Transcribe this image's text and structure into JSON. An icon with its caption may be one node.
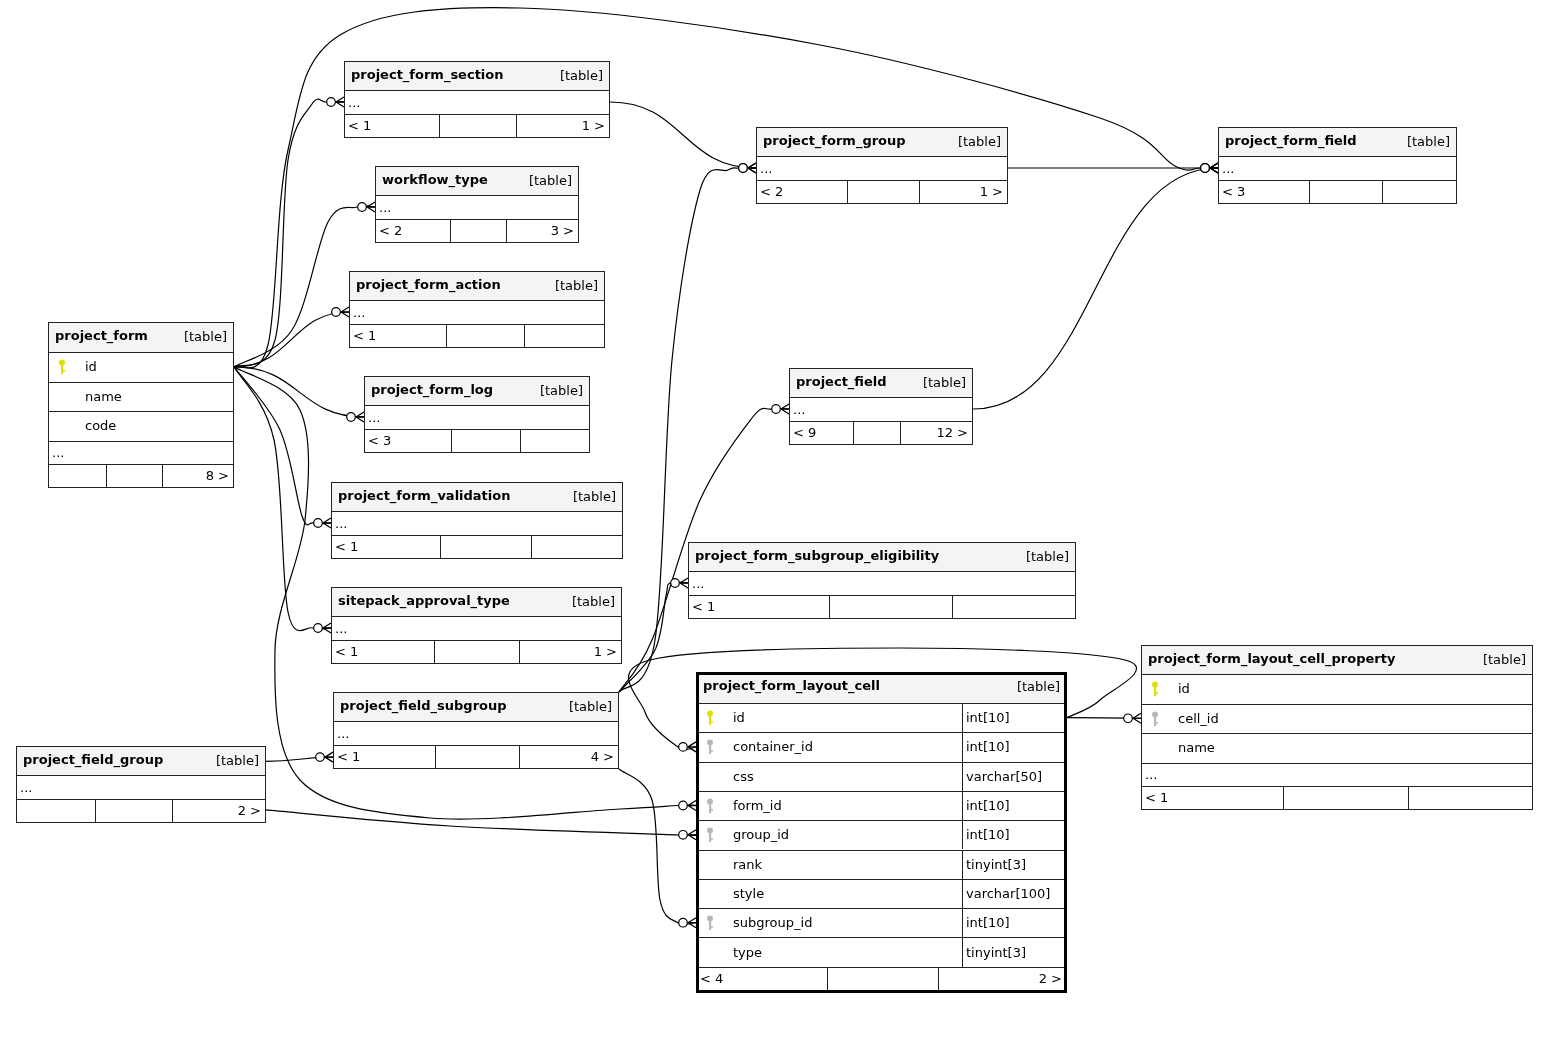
{
  "diagram": {
    "nodes": [
      {
        "text": [
          "project_form",
          "[table]"
        ]
      },
      {
        "text": [
          "id"
        ],
        "in": 0
      },
      {
        "text": [
          "name"
        ],
        "in": 0
      },
      {
        "text": [
          "code"
        ],
        "in": 0
      },
      {
        "text": [
          "..."
        ],
        "in": 0
      },
      {
        "text": [],
        "shape": "box",
        "in": 0
      },
      {
        "text": [],
        "shape": "box",
        "in": 0
      },
      {
        "text": [
          "8 >"
        ],
        "in": 0
      },
      {
        "text": [
          "project_form_section",
          "[table]"
        ]
      },
      {
        "text": [
          "..."
        ],
        "in": 8
      },
      {
        "text": [
          "< 1"
        ],
        "in": 8
      },
      {
        "text": [],
        "shape": "box",
        "in": 8
      },
      {
        "text": [
          "1 >"
        ],
        "in": 8
      },
      {
        "text": [
          "workflow_type",
          "[table]"
        ]
      },
      {
        "text": [
          "..."
        ],
        "in": 13
      },
      {
        "text": [
          "< 2"
        ],
        "in": 13
      },
      {
        "text": [],
        "shape": "box",
        "in": 13
      },
      {
        "text": [
          "3 >"
        ],
        "in": 13
      },
      {
        "text": [
          "project_form_action",
          "[table]"
        ]
      },
      {
        "text": [
          "..."
        ],
        "in": 18
      },
      {
        "text": [
          "< 1"
        ],
        "in": 18
      },
      {
        "text": [],
        "shape": "box",
        "in": 18
      },
      {
        "text": [],
        "shape": "box",
        "in": 18
      },
      {
        "text": [
          "project_form_log",
          "[table]"
        ]
      },
      {
        "text": [
          "..."
        ],
        "in": 23
      },
      {
        "text": [
          "< 3"
        ],
        "in": 23
      },
      {
        "text": [],
        "shape": "box",
        "in": 23
      },
      {
        "text": [],
        "shape": "box",
        "in": 23
      },
      {
        "text": [
          "project_form_validation",
          "[table]"
        ]
      },
      {
        "text": [
          "..."
        ],
        "in": 28
      },
      {
        "text": [
          "< 1"
        ],
        "in": 28
      },
      {
        "text": [],
        "shape": "box",
        "in": 28
      },
      {
        "text": [],
        "shape": "box",
        "in": 28
      },
      {
        "text": [
          "sitepack_approval_type",
          "[table]"
        ]
      },
      {
        "text": [
          "..."
        ],
        "in": 33
      },
      {
        "text": [
          "< 1"
        ],
        "in": 33
      },
      {
        "text": [],
        "shape": "box",
        "in": 33
      },
      {
        "text": [
          "1 >"
        ],
        "in": 33
      },
      {
        "text": [
          "project_field_subgroup",
          "[table]"
        ]
      },
      {
        "text": [
          "..."
        ],
        "in": 38
      },
      {
        "text": [
          "< 1"
        ],
        "in": 38
      },
      {
        "text": [],
        "shape": "box",
        "in": 38
      },
      {
        "text": [
          "4 >"
        ],
        "in": 38
      },
      {
        "text": [
          "project_field_group",
          "[table]"
        ]
      },
      {
        "text": [
          "..."
        ],
        "in": 43
      },
      {
        "text": [],
        "shape": "box",
        "in": 43
      },
      {
        "text": [],
        "shape": "box",
        "in": 43
      },
      {
        "text": [
          "2 >"
        ],
        "in": 43
      },
      {
        "text": [
          "project_form_group",
          "[table]"
        ]
      },
      {
        "text": [
          "..."
        ],
        "in": 48
      },
      {
        "text": [
          "< 2"
        ],
        "in": 48
      },
      {
        "text": [],
        "shape": "box",
        "in": 48
      },
      {
        "text": [
          "1 >"
        ],
        "in": 48
      },
      {
        "text": [
          "project_form_field",
          "[table]"
        ]
      },
      {
        "text": [
          "..."
        ],
        "in": 53
      },
      {
        "text": [
          "< 3"
        ],
        "in": 53
      },
      {
        "text": [],
        "shape": "box",
        "in": 53
      },
      {
        "text": [],
        "shape": "box",
        "in": 53
      },
      {
        "text": [
          "project_field",
          "[table]"
        ]
      },
      {
        "text": [
          "..."
        ],
        "in": 58
      },
      {
        "text": [
          "< 9"
        ],
        "in": 58
      },
      {
        "text": [],
        "shape": "box",
        "in": 58
      },
      {
        "text": [
          "12 >"
        ],
        "in": 58
      },
      {
        "text": [
          "project_form_subgroup_eligibility",
          "[table]"
        ]
      },
      {
        "text": [
          "..."
        ],
        "in": 63
      },
      {
        "text": [
          "< 1"
        ],
        "in": 63
      },
      {
        "text": [],
        "shape": "box",
        "in": 63
      },
      {
        "text": [],
        "shape": "box",
        "in": 63
      },
      {
        "text": [
          "project_form_layout_cell",
          "[table]"
        ]
      },
      {
        "text": [
          "id",
          "int[10]"
        ],
        "in": 68
      },
      {
        "text": [
          "container_id",
          "int[10]"
        ],
        "in": 68
      },
      {
        "text": [
          "css",
          "varchar[50]"
        ],
        "in": 68
      },
      {
        "text": [
          "form_id",
          "int[10]"
        ],
        "in": 68
      },
      {
        "text": [
          "group_id",
          "int[10]"
        ],
        "in": 68
      },
      {
        "text": [
          "rank",
          "tinyint[3]"
        ],
        "in": 68
      },
      {
        "text": [
          "style",
          "varchar[100]"
        ],
        "in": 68
      },
      {
        "text": [
          "subgroup_id",
          "int[10]"
        ],
        "in": 68
      },
      {
        "text": [
          "type",
          "tinyint[3]"
        ],
        "in": 68
      },
      {
        "text": [
          "< 4"
        ],
        "in": 68
      },
      {
        "text": [],
        "shape": "box",
        "in": 68
      },
      {
        "text": [
          "2 >"
        ],
        "in": 68
      },
      {
        "text": [
          "project_form_layout_cell_property",
          "[table]"
        ]
      },
      {
        "text": [
          "id"
        ],
        "in": 81
      },
      {
        "text": [
          "cell_id"
        ],
        "in": 81
      },
      {
        "text": [
          "name"
        ],
        "in": 81
      },
      {
        "text": [
          "..."
        ],
        "in": 81
      },
      {
        "text": [
          "< 1"
        ],
        "in": 81
      },
      {
        "text": [],
        "shape": "box",
        "in": 81
      },
      {
        "text": [],
        "shape": "box",
        "in": 81
      }
    ],
    "edges": [
      {
        "from": 1,
        "to": 9,
        "arrow": "other"
      },
      {
        "from": 1,
        "to": 14,
        "arrow": "other"
      },
      {
        "from": 1,
        "to": 19,
        "arrow": "other"
      },
      {
        "from": 1,
        "to": 24,
        "arrow": "other"
      },
      {
        "from": 1,
        "to": 29,
        "arrow": "other"
      },
      {
        "from": 1,
        "to": 34,
        "arrow": "other"
      },
      {
        "from": 1,
        "to": 54,
        "arrow": "other"
      },
      {
        "from": 1,
        "to": 72,
        "arrow": "other"
      },
      {
        "from": 9,
        "to": 49,
        "arrow": "other"
      },
      {
        "from": 49,
        "to": 54,
        "arrow": "other"
      },
      {
        "from": 59,
        "to": 54,
        "arrow": "other"
      },
      {
        "from": 38,
        "to": 49,
        "arrow": "other"
      },
      {
        "from": 38,
        "to": 59,
        "arrow": "other"
      },
      {
        "from": 38,
        "to": 64,
        "arrow": "other"
      },
      {
        "from": 38,
        "to": 76,
        "arrow": "other"
      },
      {
        "from": 43,
        "to": 38,
        "arrow": "other"
      },
      {
        "from": 43,
        "to": 73,
        "arrow": "other"
      },
      {
        "from": 69,
        "to": 83,
        "arrow": "other"
      },
      {
        "from": 69,
        "to": 70,
        "arrow": "other"
      }
    ]
  }
}
